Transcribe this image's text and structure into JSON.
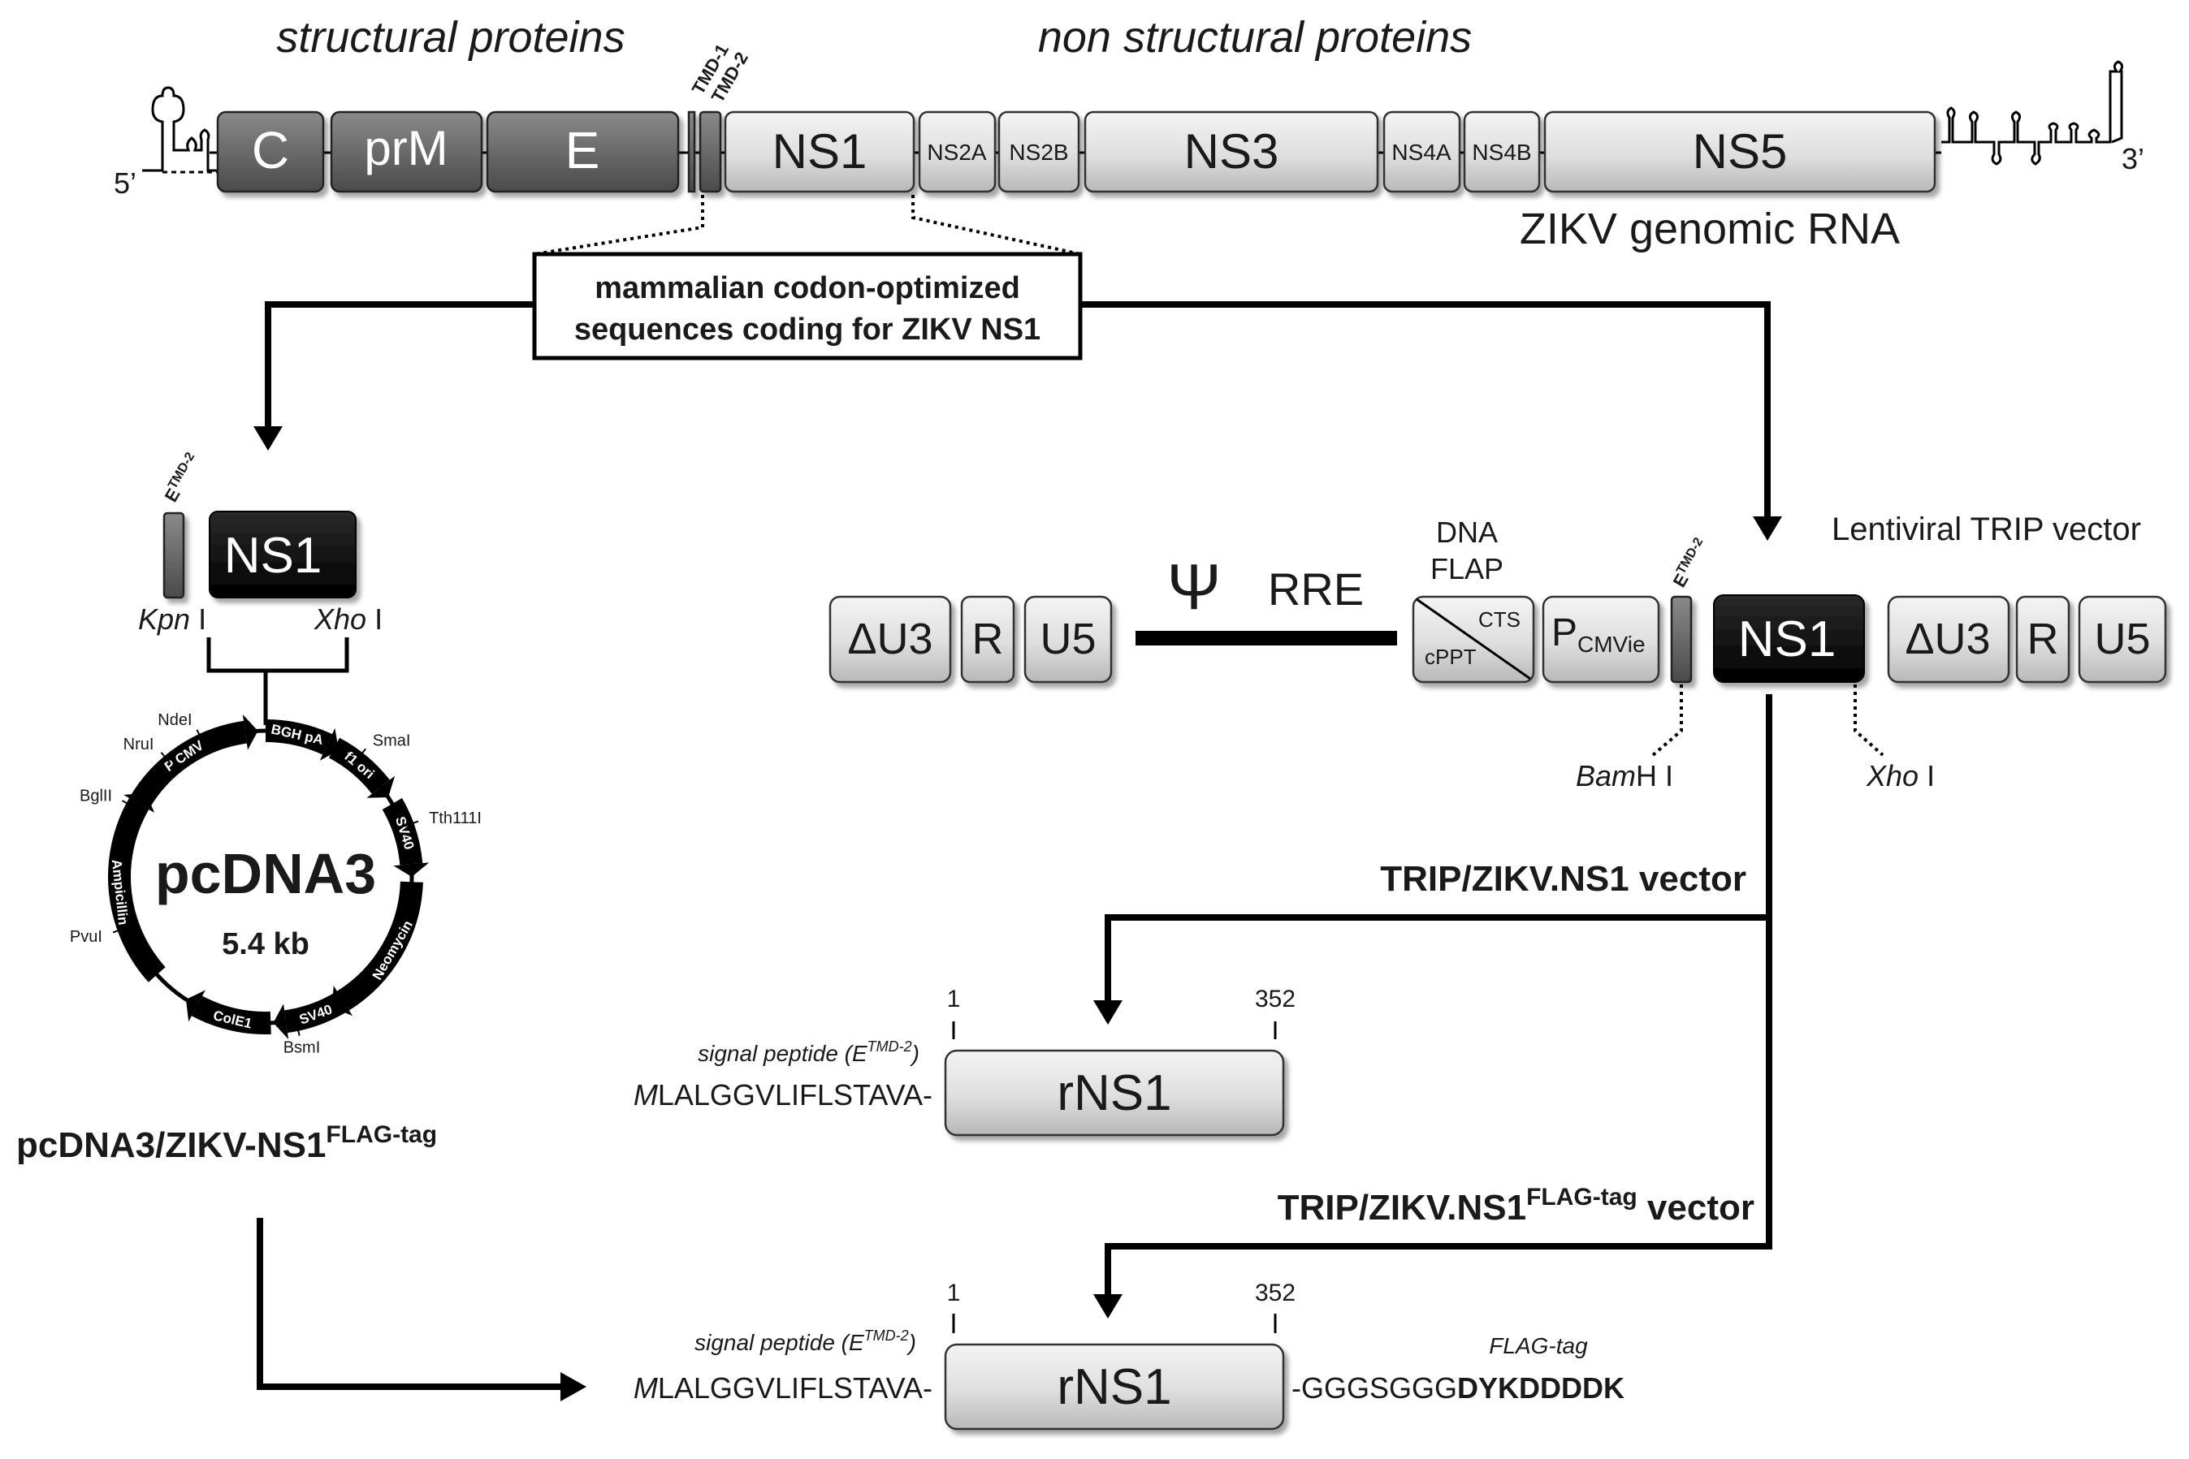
{
  "genome": {
    "structural_label": "structural proteins",
    "nonstructural_label": "non structural proteins",
    "five_prime": "5’",
    "three_prime": "3’",
    "tmd1": "TMD-1",
    "tmd2": "TMD-2",
    "segments": [
      "C",
      "prM",
      "E",
      "NS1",
      "NS2A",
      "NS2B",
      "NS3",
      "NS4A",
      "NS4B",
      "NS5"
    ],
    "caption": "ZIKV genomic RNA"
  },
  "codon_box": {
    "line1": "mammalian codon-optimized",
    "line2": "sequences coding for ZIKV NS1"
  },
  "pcdna": {
    "etmd_base": "E",
    "etmd_sup": "TMD-2",
    "ns1": "NS1",
    "kpn_italic": "Kpn",
    "kpn_rest": " I",
    "xho_italic": "Xho",
    "xho_rest": " I",
    "plasmid_name": "pcDNA3",
    "plasmid_size": "5.4 kb",
    "features": [
      "P CMV",
      "BGH pA",
      "f1 ori",
      "SV40",
      "Neomycin",
      "SV40",
      "ColE1",
      "Ampicillin"
    ],
    "sites": [
      "NdeI",
      "NruI",
      "BglII",
      "PvuI",
      "SmaI",
      "Tth111I",
      "BsmI"
    ],
    "construct_base": "pcDNA3/ZIKV-NS1",
    "construct_sup": "FLAG-tag"
  },
  "lenti": {
    "title": "Lentiviral TRIP vector",
    "delta_u3": "ΔU3",
    "r": "R",
    "u5": "U5",
    "psi": "Ψ",
    "rre": "RRE",
    "dna": "DNA",
    "flap": "FLAP",
    "cts": "CTS",
    "cppt": "cPPT",
    "p": "P",
    "p_sub": "CMVie",
    "etmd_base": "E",
    "etmd_sup": "TMD-2",
    "ns1": "NS1",
    "bamh_italic": "Bam",
    "bamh_rest": "H I",
    "xho_italic": "Xho",
    "xho_rest": " I"
  },
  "products": {
    "trip1_label": "TRIP/ZIKV.NS1 vector",
    "trip2_base": "TRIP/ZIKV.NS1",
    "trip2_sup": "FLAG-tag",
    "trip2_tail": " vector",
    "start": "1",
    "end": "352",
    "signal_text": "signal peptide (E",
    "signal_sup": "TMD-2",
    "signal_close": ")",
    "seq_m": "M",
    "seq_rest": "LALGGVLIFLSTAVA-",
    "protein": "rNS1",
    "linker": "-GGGSGGG",
    "flag_seq": "DYKDDDDK",
    "flag_label": "FLAG-tag"
  }
}
